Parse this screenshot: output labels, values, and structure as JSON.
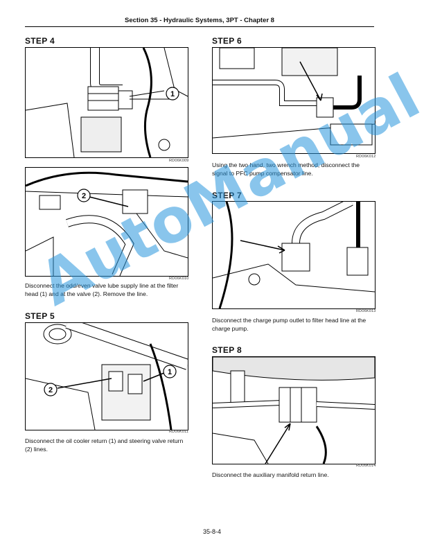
{
  "header": {
    "title": "Section 35 - Hydraulic Systems, 3PT - Chapter 8"
  },
  "left": {
    "step4": {
      "heading": "STEP  4"
    },
    "fig1": {
      "id": "RD06K009",
      "callout": "1"
    },
    "fig2": {
      "id": "RD06K010",
      "callout": "2"
    },
    "caption1": "Disconnect the odd/even valve lube supply line at the filter head (1) and at the valve (2). Remove the line.",
    "step5": {
      "heading": "STEP  5"
    },
    "fig3": {
      "id": "RD06K011",
      "callout_a": "1",
      "callout_b": "2"
    },
    "caption2": "Disconnect the oil cooler return (1) and steering valve return (2) lines."
  },
  "right": {
    "step6": {
      "heading": "STEP  6"
    },
    "fig4": {
      "id": "RD06K012"
    },
    "caption1": "Using the two hand, two wrench method, disconnect the signal to PFC pump compensator line.",
    "step7": {
      "heading": "STEP  7"
    },
    "fig5": {
      "id": "RD06K013"
    },
    "caption2": "Disconnect the charge pump outlet to filter head line at the charge pump.",
    "step8": {
      "heading": "STEP  8"
    },
    "fig6": {
      "id": "RD06K014"
    },
    "caption3": "Disconnect the auxiliary manifold return line."
  },
  "footer": {
    "page_number": "35-8-4"
  },
  "watermark": {
    "text": "AutoManual",
    "color": "#2896dc"
  }
}
